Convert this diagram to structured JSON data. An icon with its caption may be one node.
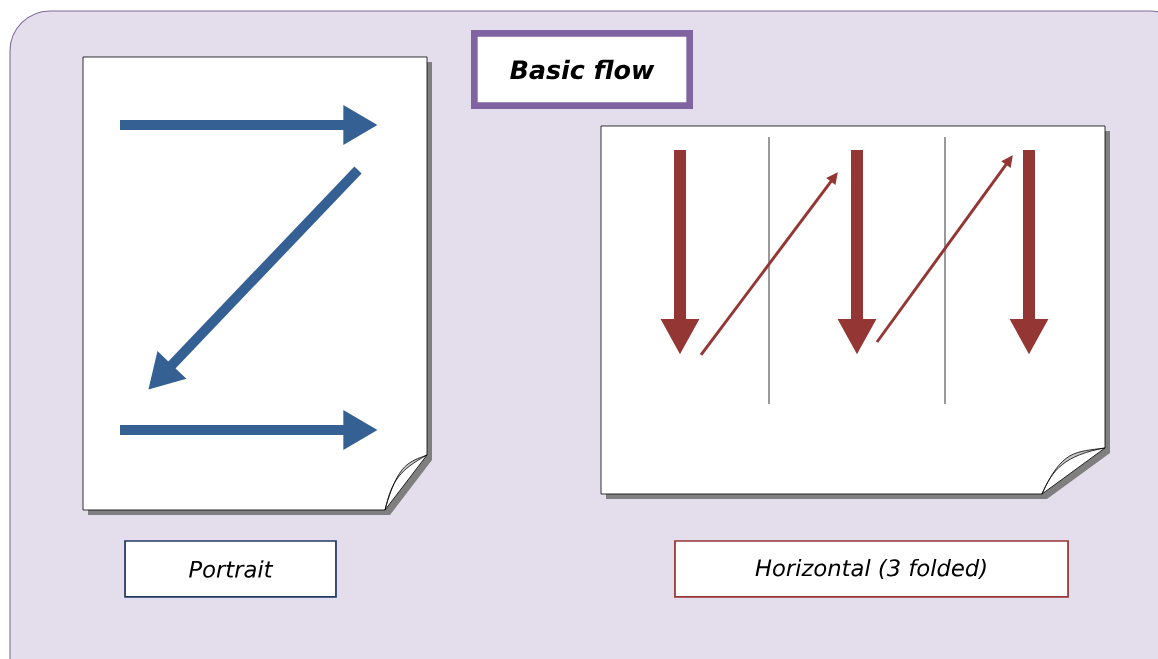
{
  "diagram": {
    "nodes": [
      {
        "text": [
          "Basic flow"
        ]
      },
      {
        "text": [
          "Portrait"
        ]
      },
      {
        "text": [
          "Horizontal (3 folded)"
        ]
      }
    ]
  }
}
